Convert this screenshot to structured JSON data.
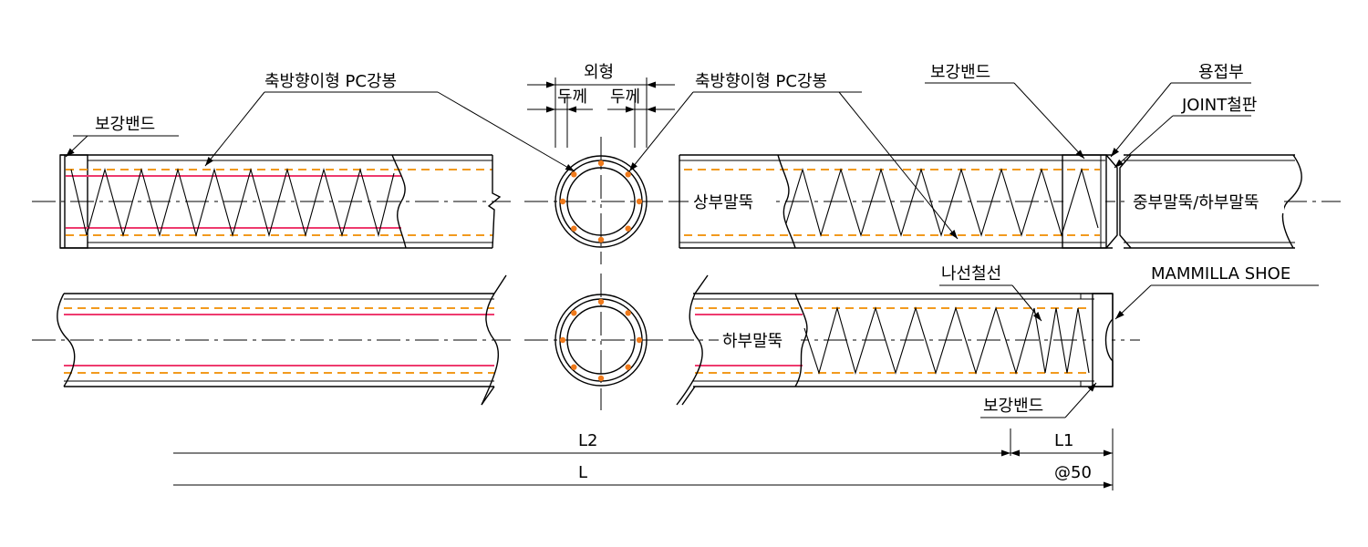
{
  "labels": {
    "pc_strand_left": "축방향이형 PC강봉",
    "pc_strand_right": "축방향이형 PC강봉",
    "band_top_left": "보강밴드",
    "band_top_right": "보강밴드",
    "band_bottom_right": "보강밴드",
    "outer_dia": "외형",
    "thickness_left": "두께",
    "thickness_right": "두께",
    "weld": "용접부",
    "joint_plate": "JOINT철판",
    "upper_pile": "상부말뚝",
    "middle_lower_pile": "중부말뚝/하부말뚝",
    "lower_pile": "하부말뚝",
    "spiral_wire": "나선철선",
    "shoe": "MAMMILLA SHOE",
    "dim_l2": "L2",
    "dim_l1": "L1",
    "dim_l": "L",
    "dim_pitch": "@50"
  },
  "colors": {
    "pc_bar": "#ee3a6e",
    "dashed_rebar": "#f29a1e",
    "line": "#000000"
  }
}
